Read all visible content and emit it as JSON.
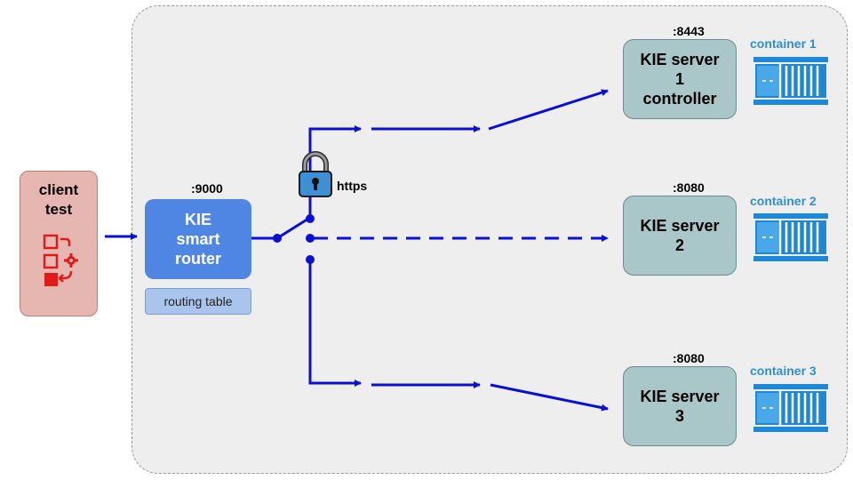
{
  "client": {
    "line1": "client",
    "line2": "test",
    "icon": "process-flow-icon"
  },
  "router": {
    "port": ":9000",
    "line1": "KIE",
    "line2": "smart",
    "line3": "router",
    "table_label": "routing table"
  },
  "connection": {
    "protocol": "https",
    "icon": "lock-icon"
  },
  "servers": [
    {
      "port": ":8443",
      "line1": "KIE server",
      "line2": "1",
      "line3": "controller",
      "container": "container 1"
    },
    {
      "port": ":8080",
      "line1": "KIE server",
      "line2": "2",
      "container": "container 2"
    },
    {
      "port": ":8080",
      "line1": "KIE server",
      "line2": "3",
      "container": "container 3"
    }
  ],
  "colors": {
    "arrow": "#0a0fd6",
    "router": "#4f86e3",
    "server": "#a9c6c8",
    "client": "#e6b7b1",
    "container": "#2e8fd4",
    "container_icon": "#1e88d6"
  }
}
